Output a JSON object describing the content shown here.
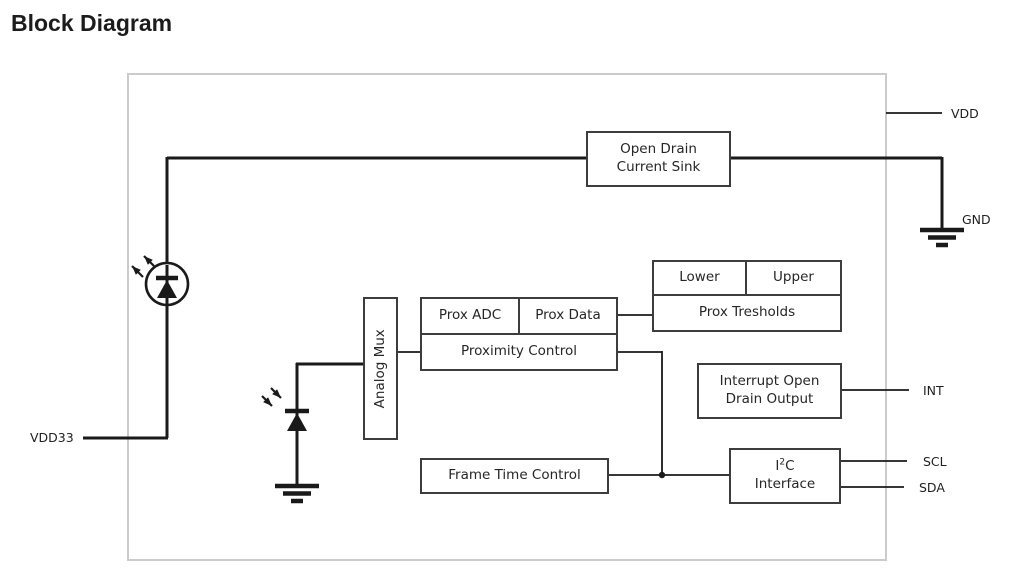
{
  "title": "Block Diagram",
  "colors": {
    "line": "#1a1a1a",
    "frame_border": "#cbcbcb",
    "box_border": "#3d3d3d",
    "text": "#262626"
  },
  "blocks": {
    "open_drain": {
      "line1": "Open Drain",
      "line2": "Current Sink"
    },
    "lower": "Lower",
    "upper": "Upper",
    "prox_thresholds": "Prox Tresholds",
    "prox_adc": "Prox ADC",
    "prox_data": "Prox Data",
    "proximity_control": "Proximity Control",
    "analog_mux": "Analog Mux",
    "interrupt": {
      "line1": "Interrupt Open",
      "line2": "Drain Output"
    },
    "frame_time": "Frame Time Control",
    "i2c": {
      "pre": "I",
      "sup": "2",
      "post": "C",
      "line2": "Interface"
    }
  },
  "pins": {
    "vdd": "VDD",
    "gnd": "GND",
    "vdd33": "VDD33",
    "int": "INT",
    "scl": "SCL",
    "sda": "SDA"
  },
  "icons": {
    "led": "led-emitter-icon",
    "photodiode": "photodiode-icon",
    "ground": "ground-icon"
  }
}
